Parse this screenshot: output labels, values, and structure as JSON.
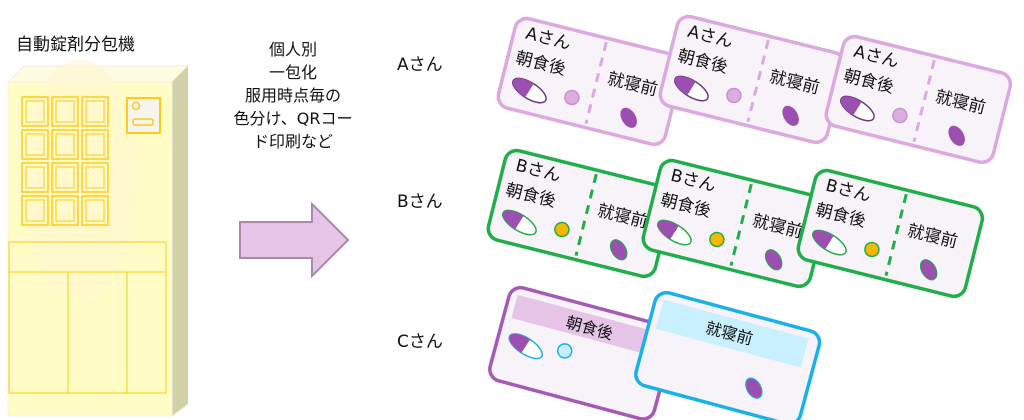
{
  "machine": {
    "title": "自動錠剤分包機"
  },
  "process": {
    "lines": [
      "個人別",
      "一包化",
      "服用時点毎の",
      "色分け、QRコー",
      "ド印刷など"
    ]
  },
  "persons": [
    {
      "label": "Aさん"
    },
    {
      "label": "Bさん"
    },
    {
      "label": "Cさん"
    }
  ],
  "packets": {
    "name_a": "Aさん",
    "name_b": "Bさん",
    "morning": "朝食後",
    "bedtime": "就寝前"
  },
  "colors": {
    "a_border": "#dca8e0",
    "b_border": "#1fae4a",
    "c_morning_border": "#a55ab5",
    "c_bedtime_border": "#18b2ea",
    "arrow": "#e6c4e8",
    "machine": "#fffccc",
    "machine_line": "#ffd21e",
    "pill": "#9b4fb0",
    "a_dot": "#dcaee0",
    "b_dot": "#f5b800",
    "c_dot": "#c8f0ff"
  }
}
